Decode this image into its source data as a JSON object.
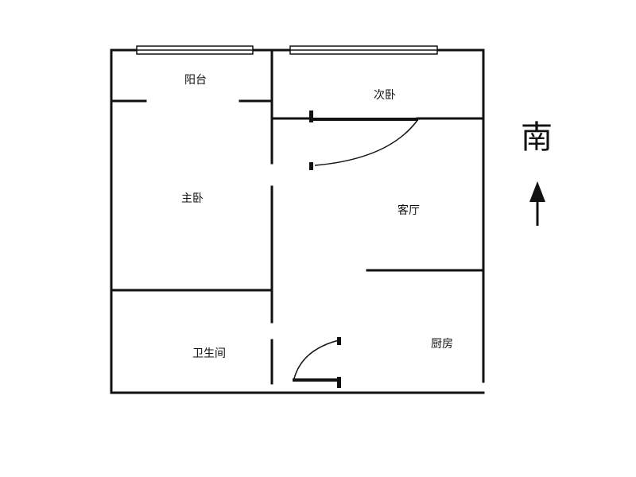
{
  "floor_plan": {
    "rooms": {
      "balcony": "阳台",
      "second_bedroom": "次卧",
      "master_bedroom": "主卧",
      "living_room": "客厅",
      "bathroom": "卫生间",
      "kitchen": "厨房"
    },
    "compass": {
      "direction_label": "南",
      "arrow_icon": "arrow-up-icon"
    },
    "colors": {
      "wall": "#111111",
      "background": "#ffffff"
    }
  }
}
